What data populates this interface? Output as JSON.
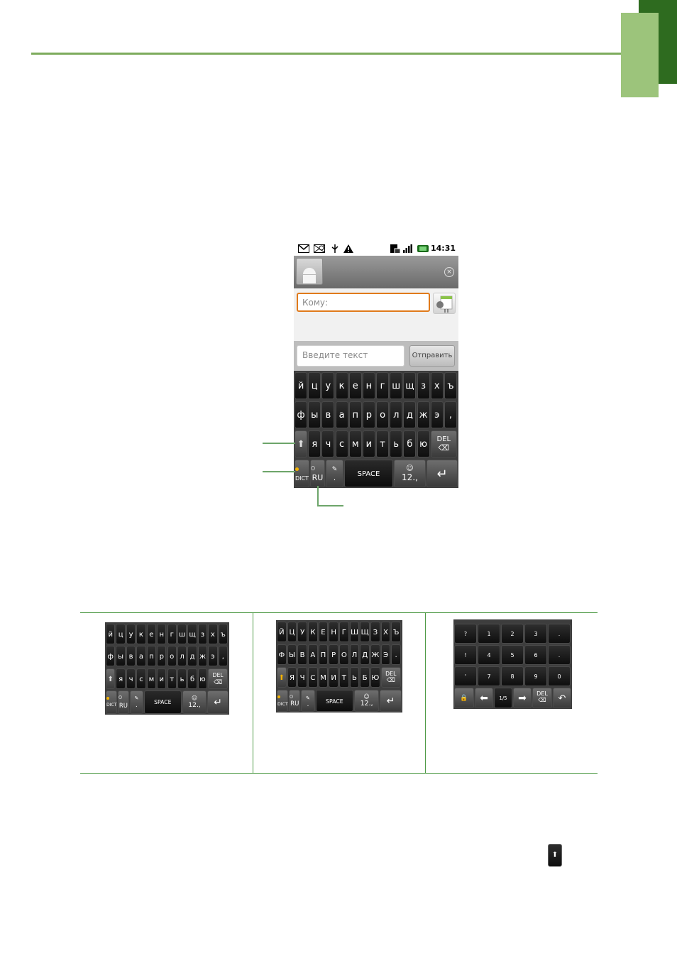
{
  "colors": {
    "accent_green": "#7dab5c",
    "dark_green": "#2e6b1f",
    "focus_orange": "#e07a1b"
  },
  "status_bar": {
    "icons": [
      "gmail-icon",
      "email-icon",
      "usb-icon",
      "warning-icon",
      "sim-icon",
      "signal-icon",
      "battery-icon"
    ],
    "time": "14:31"
  },
  "message": {
    "to_placeholder": "Кому:",
    "text_placeholder": "Введите текст",
    "send_label": "Отправить"
  },
  "keyboard_main": {
    "row1": [
      "й",
      "ц",
      "у",
      "к",
      "е",
      "н",
      "г",
      "ш",
      "щ",
      "з",
      "х",
      "ъ"
    ],
    "row2": [
      "ф",
      "ы",
      "в",
      "а",
      "п",
      "р",
      "о",
      "л",
      "д",
      "ж",
      "э",
      ","
    ],
    "row3": [
      "я",
      "ч",
      "с",
      "м",
      "и",
      "т",
      "ь",
      "б",
      "ю"
    ],
    "del": "DEL",
    "dict": "DICT",
    "lang": "RU",
    "period": ".",
    "space": "SPACE",
    "numsym": "12.,"
  },
  "keyboard_upper": {
    "row1": [
      "Й",
      "Ц",
      "У",
      "К",
      "Е",
      "Н",
      "Г",
      "Ш",
      "Щ",
      "З",
      "Х",
      "Ъ"
    ],
    "row2": [
      "Ф",
      "Ы",
      "В",
      "А",
      "П",
      "Р",
      "О",
      "Л",
      "Д",
      "Ж",
      "Э",
      "."
    ],
    "row3": [
      "Я",
      "Ч",
      "С",
      "М",
      "И",
      "Т",
      "Ь",
      "Б",
      "Ю"
    ]
  },
  "keyboard_numeric": {
    "rows": [
      [
        "?",
        "1",
        "2",
        "3",
        "."
      ],
      [
        "!",
        "4",
        "5",
        "6",
        "."
      ],
      [
        "'",
        "7",
        "8",
        "9",
        "0"
      ]
    ],
    "page": "1/5",
    "del": "DEL"
  }
}
